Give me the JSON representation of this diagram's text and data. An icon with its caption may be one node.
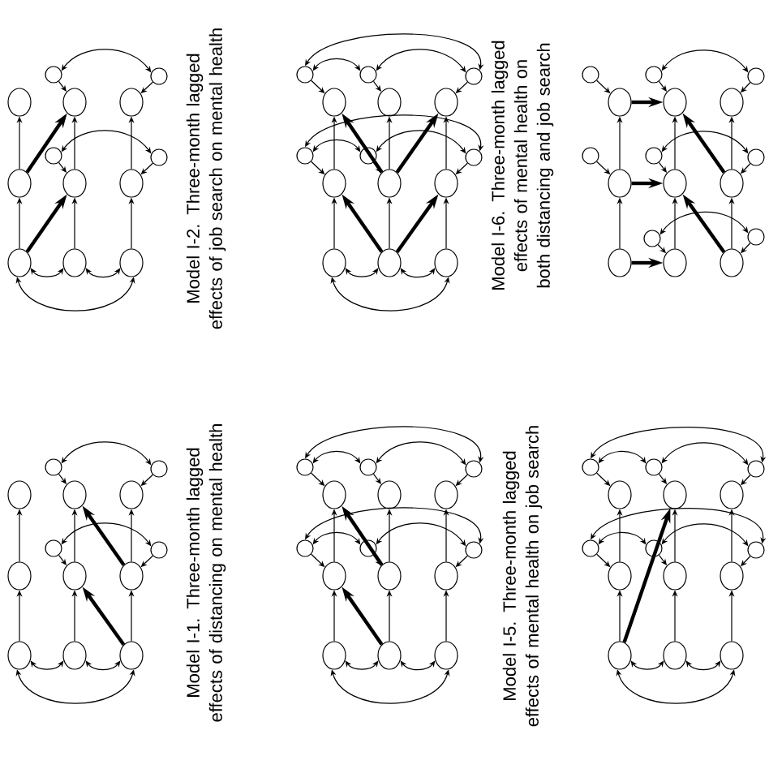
{
  "diagram": {
    "nodes": [
      {
        "text": [],
        "shape": "ellipse"
      },
      {
        "text": [],
        "shape": "ellipse"
      },
      {
        "text": [],
        "shape": "ellipse"
      },
      {
        "text": [],
        "shape": "ellipse"
      },
      {
        "text": [],
        "shape": "ellipse"
      },
      {
        "text": [],
        "shape": "ellipse"
      },
      {
        "text": [],
        "shape": "ellipse"
      },
      {
        "text": [],
        "shape": "ellipse"
      },
      {
        "text": [],
        "shape": "ellipse"
      },
      {
        "text": [],
        "shape": "circle"
      },
      {
        "text": [],
        "shape": "circle"
      },
      {
        "text": [],
        "shape": "circle"
      },
      {
        "text": [],
        "shape": "circle"
      },
      {
        "text": [],
        "shape": "ellipse"
      },
      {
        "text": [],
        "shape": "ellipse"
      },
      {
        "text": [],
        "shape": "ellipse"
      },
      {
        "text": [],
        "shape": "ellipse"
      },
      {
        "text": [],
        "shape": "ellipse"
      },
      {
        "text": [],
        "shape": "ellipse"
      },
      {
        "text": [],
        "shape": "ellipse"
      },
      {
        "text": [],
        "shape": "ellipse"
      },
      {
        "text": [],
        "shape": "ellipse"
      },
      {
        "text": [],
        "shape": "circle"
      },
      {
        "text": [],
        "shape": "circle"
      },
      {
        "text": [],
        "shape": "circle"
      },
      {
        "text": [],
        "shape": "circle"
      },
      {
        "text": [],
        "shape": "circle"
      },
      {
        "text": [],
        "shape": "circle"
      },
      {
        "text": [],
        "shape": "ellipse"
      },
      {
        "text": [],
        "shape": "ellipse"
      },
      {
        "text": [],
        "shape": "ellipse"
      },
      {
        "text": [],
        "shape": "ellipse"
      },
      {
        "text": [],
        "shape": "ellipse"
      },
      {
        "text": [],
        "shape": "ellipse"
      },
      {
        "text": [],
        "shape": "ellipse"
      },
      {
        "text": [],
        "shape": "ellipse"
      },
      {
        "text": [],
        "shape": "ellipse"
      },
      {
        "text": [],
        "shape": "circle"
      },
      {
        "text": [],
        "shape": "circle"
      },
      {
        "text": [],
        "shape": "circle"
      },
      {
        "text": [],
        "shape": "circle"
      },
      {
        "text": [],
        "shape": "circle"
      },
      {
        "text": [],
        "shape": "circle"
      },
      {
        "text": [],
        "shape": "circle"
      },
      {
        "text": [],
        "shape": "circle"
      },
      {
        "text": [],
        "shape": "ellipse"
      },
      {
        "text": [],
        "shape": "ellipse"
      },
      {
        "text": [],
        "shape": "ellipse"
      },
      {
        "text": [],
        "shape": "ellipse"
      },
      {
        "text": [],
        "shape": "ellipse"
      },
      {
        "text": [],
        "shape": "ellipse"
      },
      {
        "text": [],
        "shape": "ellipse"
      },
      {
        "text": [],
        "shape": "ellipse"
      },
      {
        "text": [],
        "shape": "ellipse"
      },
      {
        "text": [],
        "shape": "circle"
      },
      {
        "text": [],
        "shape": "circle"
      },
      {
        "text": [],
        "shape": "circle"
      },
      {
        "text": [],
        "shape": "circle"
      },
      {
        "text": [],
        "shape": "ellipse"
      },
      {
        "text": [],
        "shape": "ellipse"
      },
      {
        "text": [],
        "shape": "ellipse"
      },
      {
        "text": [],
        "shape": "ellipse"
      },
      {
        "text": [],
        "shape": "ellipse"
      },
      {
        "text": [],
        "shape": "ellipse"
      },
      {
        "text": [],
        "shape": "ellipse"
      },
      {
        "text": [],
        "shape": "ellipse"
      },
      {
        "text": [],
        "shape": "ellipse"
      },
      {
        "text": [],
        "shape": "circle"
      },
      {
        "text": [],
        "shape": "circle"
      },
      {
        "text": [],
        "shape": "circle"
      },
      {
        "text": [],
        "shape": "circle"
      },
      {
        "text": [],
        "shape": "circle"
      },
      {
        "text": [],
        "shape": "circle"
      },
      {
        "text": [],
        "shape": "ellipse"
      },
      {
        "text": [],
        "shape": "ellipse"
      },
      {
        "text": [],
        "shape": "ellipse"
      },
      {
        "text": [],
        "shape": "ellipse"
      },
      {
        "text": [],
        "shape": "ellipse"
      },
      {
        "text": [],
        "shape": "ellipse"
      },
      {
        "text": [],
        "shape": "ellipse"
      },
      {
        "text": [],
        "shape": "ellipse"
      },
      {
        "text": [],
        "shape": "ellipse"
      },
      {
        "text": [],
        "shape": "circle"
      },
      {
        "text": [],
        "shape": "circle"
      },
      {
        "text": [],
        "shape": "circle"
      },
      {
        "text": [],
        "shape": "circle"
      },
      {
        "text": [],
        "shape": "circle"
      },
      {
        "text": [],
        "shape": "circle"
      }
    ],
    "edges": [
      {
        "from": 6,
        "to": 3,
        "arrow": "to"
      },
      {
        "from": 7,
        "to": 4,
        "arrow": "to"
      },
      {
        "from": 8,
        "to": 5,
        "arrow": "to"
      },
      {
        "from": 3,
        "to": 0,
        "arrow": "to"
      },
      {
        "from": 4,
        "to": 1,
        "arrow": "to"
      },
      {
        "from": 5,
        "to": 2,
        "arrow": "to"
      },
      {
        "from": 9,
        "to": 1,
        "arrow": "to"
      },
      {
        "from": 10,
        "to": 2,
        "arrow": "to"
      },
      {
        "from": 11,
        "to": 4,
        "arrow": "to"
      },
      {
        "from": 12,
        "to": 5,
        "arrow": "to"
      },
      {
        "from": 9,
        "to": 10,
        "arrow": "both"
      },
      {
        "from": 11,
        "to": 12,
        "arrow": "both"
      },
      {
        "from": 6,
        "to": 7,
        "arrow": "both"
      },
      {
        "from": 7,
        "to": 8,
        "arrow": "both"
      },
      {
        "from": 6,
        "to": 8,
        "arrow": "both"
      },
      {
        "from": 6,
        "to": 4,
        "arrow": "to",
        "style": "thick"
      },
      {
        "from": 3,
        "to": 1,
        "arrow": "to",
        "style": "thick"
      },
      {
        "from": 19,
        "to": 16,
        "arrow": "to"
      },
      {
        "from": 20,
        "to": 17,
        "arrow": "to"
      },
      {
        "from": 21,
        "to": 18,
        "arrow": "to"
      },
      {
        "from": 16,
        "to": 13,
        "arrow": "to"
      },
      {
        "from": 17,
        "to": 14,
        "arrow": "to"
      },
      {
        "from": 18,
        "to": 15,
        "arrow": "to"
      },
      {
        "from": 22,
        "to": 13,
        "arrow": "to"
      },
      {
        "from": 23,
        "to": 14,
        "arrow": "to"
      },
      {
        "from": 24,
        "to": 15,
        "arrow": "to"
      },
      {
        "from": 25,
        "to": 16,
        "arrow": "to"
      },
      {
        "from": 26,
        "to": 17,
        "arrow": "to"
      },
      {
        "from": 27,
        "to": 18,
        "arrow": "to"
      },
      {
        "from": 22,
        "to": 23,
        "arrow": "both"
      },
      {
        "from": 23,
        "to": 24,
        "arrow": "both"
      },
      {
        "from": 22,
        "to": 24,
        "arrow": "both"
      },
      {
        "from": 25,
        "to": 26,
        "arrow": "both"
      },
      {
        "from": 26,
        "to": 27,
        "arrow": "both"
      },
      {
        "from": 25,
        "to": 27,
        "arrow": "both"
      },
      {
        "from": 19,
        "to": 20,
        "arrow": "both"
      },
      {
        "from": 20,
        "to": 21,
        "arrow": "both"
      },
      {
        "from": 19,
        "to": 21,
        "arrow": "both"
      },
      {
        "from": 20,
        "to": 16,
        "arrow": "to",
        "style": "thick"
      },
      {
        "from": 20,
        "to": 18,
        "arrow": "to",
        "style": "thick"
      },
      {
        "from": 17,
        "to": 13,
        "arrow": "to",
        "style": "thick"
      },
      {
        "from": 17,
        "to": 15,
        "arrow": "to",
        "style": "thick"
      },
      {
        "from": 34,
        "to": 31,
        "arrow": "to"
      },
      {
        "from": 35,
        "to": 32,
        "arrow": "to"
      },
      {
        "from": 36,
        "to": 33,
        "arrow": "to"
      },
      {
        "from": 31,
        "to": 28,
        "arrow": "to"
      },
      {
        "from": 32,
        "to": 29,
        "arrow": "to"
      },
      {
        "from": 33,
        "to": 30,
        "arrow": "to"
      },
      {
        "from": 37,
        "to": 28,
        "arrow": "to"
      },
      {
        "from": 38,
        "to": 29,
        "arrow": "to"
      },
      {
        "from": 39,
        "to": 30,
        "arrow": "to"
      },
      {
        "from": 40,
        "to": 31,
        "arrow": "to"
      },
      {
        "from": 41,
        "to": 32,
        "arrow": "to"
      },
      {
        "from": 42,
        "to": 33,
        "arrow": "to"
      },
      {
        "from": 43,
        "to": 35,
        "arrow": "to"
      },
      {
        "from": 44,
        "to": 36,
        "arrow": "to"
      },
      {
        "from": 38,
        "to": 39,
        "arrow": "both"
      },
      {
        "from": 41,
        "to": 42,
        "arrow": "both"
      },
      {
        "from": 43,
        "to": 44,
        "arrow": "both"
      },
      {
        "from": 28,
        "to": 29,
        "arrow": "to",
        "style": "thick"
      },
      {
        "from": 31,
        "to": 32,
        "arrow": "to",
        "style": "thick"
      },
      {
        "from": 34,
        "to": 35,
        "arrow": "to",
        "style": "thick"
      },
      {
        "from": 36,
        "to": 32,
        "arrow": "to",
        "style": "thick"
      },
      {
        "from": 33,
        "to": 29,
        "arrow": "to",
        "style": "thick"
      },
      {
        "from": 51,
        "to": 48,
        "arrow": "to"
      },
      {
        "from": 52,
        "to": 49,
        "arrow": "to"
      },
      {
        "from": 53,
        "to": 50,
        "arrow": "to"
      },
      {
        "from": 48,
        "to": 45,
        "arrow": "to"
      },
      {
        "from": 49,
        "to": 46,
        "arrow": "to"
      },
      {
        "from": 50,
        "to": 47,
        "arrow": "to"
      },
      {
        "from": 54,
        "to": 46,
        "arrow": "to"
      },
      {
        "from": 55,
        "to": 47,
        "arrow": "to"
      },
      {
        "from": 56,
        "to": 49,
        "arrow": "to"
      },
      {
        "from": 57,
        "to": 50,
        "arrow": "to"
      },
      {
        "from": 54,
        "to": 55,
        "arrow": "both"
      },
      {
        "from": 56,
        "to": 57,
        "arrow": "both"
      },
      {
        "from": 51,
        "to": 52,
        "arrow": "both"
      },
      {
        "from": 52,
        "to": 53,
        "arrow": "both"
      },
      {
        "from": 51,
        "to": 53,
        "arrow": "both"
      },
      {
        "from": 53,
        "to": 49,
        "arrow": "to",
        "style": "thick"
      },
      {
        "from": 50,
        "to": 46,
        "arrow": "to",
        "style": "thick"
      },
      {
        "from": 64,
        "to": 61,
        "arrow": "to"
      },
      {
        "from": 65,
        "to": 62,
        "arrow": "to"
      },
      {
        "from": 66,
        "to": 63,
        "arrow": "to"
      },
      {
        "from": 61,
        "to": 58,
        "arrow": "to"
      },
      {
        "from": 62,
        "to": 59,
        "arrow": "to"
      },
      {
        "from": 63,
        "to": 60,
        "arrow": "to"
      },
      {
        "from": 67,
        "to": 58,
        "arrow": "to"
      },
      {
        "from": 68,
        "to": 59,
        "arrow": "to"
      },
      {
        "from": 69,
        "to": 60,
        "arrow": "to"
      },
      {
        "from": 70,
        "to": 61,
        "arrow": "to"
      },
      {
        "from": 71,
        "to": 62,
        "arrow": "to"
      },
      {
        "from": 72,
        "to": 63,
        "arrow": "to"
      },
      {
        "from": 67,
        "to": 68,
        "arrow": "both"
      },
      {
        "from": 68,
        "to": 69,
        "arrow": "both"
      },
      {
        "from": 67,
        "to": 69,
        "arrow": "both"
      },
      {
        "from": 70,
        "to": 71,
        "arrow": "both"
      },
      {
        "from": 71,
        "to": 72,
        "arrow": "both"
      },
      {
        "from": 70,
        "to": 72,
        "arrow": "both"
      },
      {
        "from": 64,
        "to": 65,
        "arrow": "both"
      },
      {
        "from": 65,
        "to": 66,
        "arrow": "both"
      },
      {
        "from": 64,
        "to": 66,
        "arrow": "both"
      },
      {
        "from": 65,
        "to": 61,
        "arrow": "to",
        "style": "thick"
      },
      {
        "from": 62,
        "to": 58,
        "arrow": "to",
        "style": "thick"
      },
      {
        "from": 79,
        "to": 76,
        "arrow": "to"
      },
      {
        "from": 80,
        "to": 77,
        "arrow": "to"
      },
      {
        "from": 81,
        "to": 78,
        "arrow": "to"
      },
      {
        "from": 76,
        "to": 73,
        "arrow": "to"
      },
      {
        "from": 77,
        "to": 74,
        "arrow": "to"
      },
      {
        "from": 78,
        "to": 75,
        "arrow": "to"
      },
      {
        "from": 82,
        "to": 73,
        "arrow": "to"
      },
      {
        "from": 83,
        "to": 74,
        "arrow": "to"
      },
      {
        "from": 84,
        "to": 75,
        "arrow": "to"
      },
      {
        "from": 85,
        "to": 76,
        "arrow": "to"
      },
      {
        "from": 86,
        "to": 77,
        "arrow": "to"
      },
      {
        "from": 87,
        "to": 78,
        "arrow": "to"
      },
      {
        "from": 82,
        "to": 83,
        "arrow": "both"
      },
      {
        "from": 83,
        "to": 84,
        "arrow": "both"
      },
      {
        "from": 82,
        "to": 84,
        "arrow": "both"
      },
      {
        "from": 85,
        "to": 86,
        "arrow": "both"
      },
      {
        "from": 86,
        "to": 87,
        "arrow": "both"
      },
      {
        "from": 85,
        "to": 87,
        "arrow": "both"
      },
      {
        "from": 79,
        "to": 80,
        "arrow": "both"
      },
      {
        "from": 80,
        "to": 81,
        "arrow": "both"
      },
      {
        "from": 79,
        "to": 81,
        "arrow": "both"
      },
      {
        "from": 79,
        "to": 74,
        "arrow": "to",
        "style": "thick"
      }
    ],
    "labels": [
      "Model I-2. Three-month lagged effects of job search on mental health",
      "Model I-6. Three-month lagged effects of mental health on both distancing and job search",
      "Model I-1. Three-month lagged effects of distancing on mental health",
      "Model I-5. Three-month lagged effects of mental health on job search"
    ]
  }
}
